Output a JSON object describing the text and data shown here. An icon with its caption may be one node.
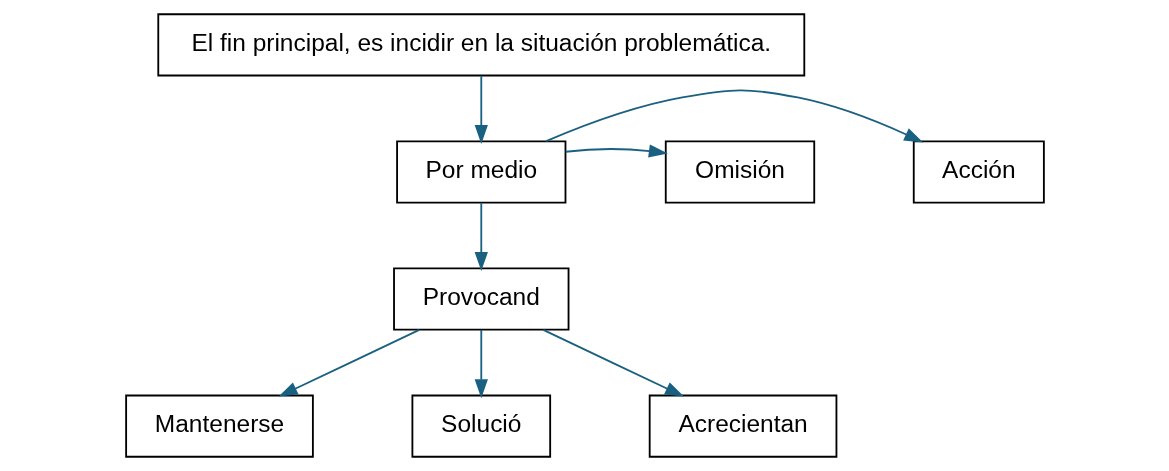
{
  "diagram": {
    "nodes": [
      {
        "text": [
          "El fin principal, es incidir en la situación problemática."
        ]
      },
      {
        "text": [
          "Acción"
        ]
      },
      {
        "text": [
          "Por medio"
        ]
      },
      {
        "text": [
          "Omisión"
        ]
      },
      {
        "text": [
          "Provocand"
        ]
      },
      {
        "text": [
          "Mantenerse"
        ]
      },
      {
        "text": [
          "Solució"
        ]
      },
      {
        "text": [
          "Acrecientan"
        ]
      }
    ],
    "edges": [
      {
        "from": 0,
        "to": 2,
        "arrow": "to"
      },
      {
        "from": 2,
        "to": 1,
        "arrow": "to"
      },
      {
        "from": 2,
        "to": 3,
        "arrow": "to"
      },
      {
        "from": 2,
        "to": 4,
        "arrow": "to"
      },
      {
        "from": 4,
        "to": 5,
        "arrow": "to"
      },
      {
        "from": 4,
        "to": 6,
        "arrow": "to"
      },
      {
        "from": 4,
        "to": 7,
        "arrow": "to"
      }
    ]
  }
}
